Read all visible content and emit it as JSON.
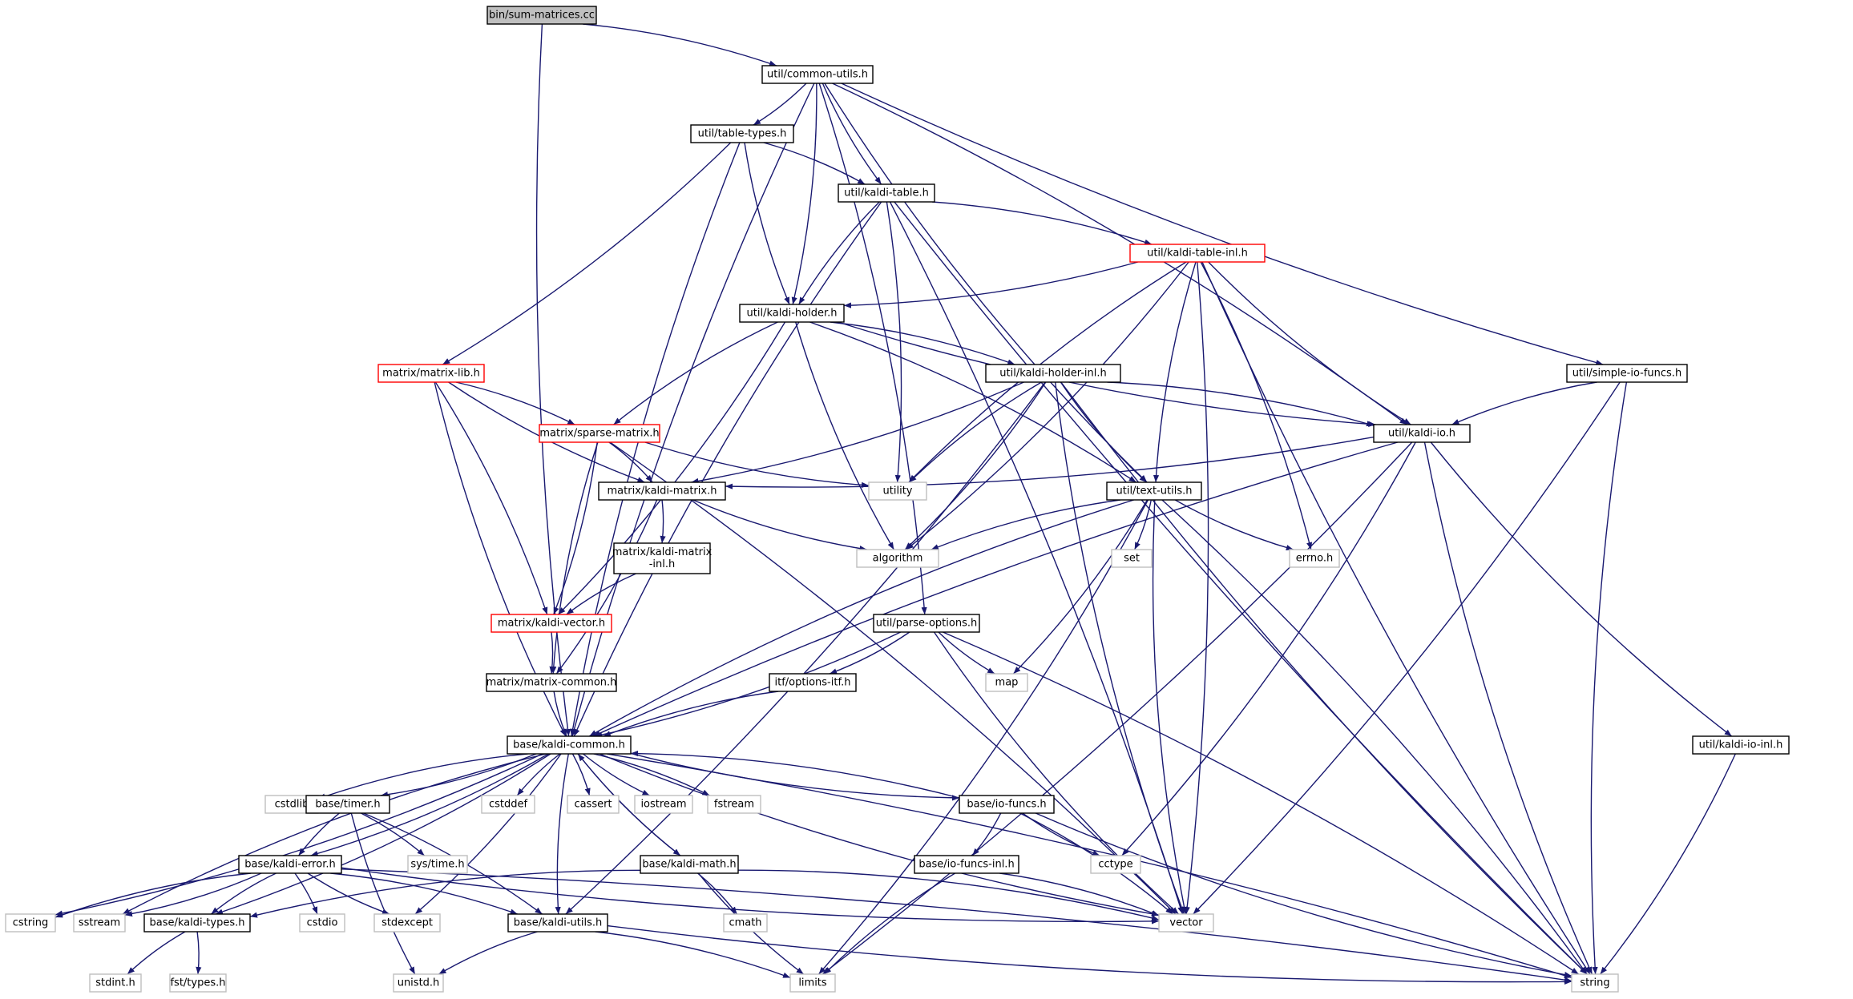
{
  "diagram": {
    "type": "include-dependency-graph",
    "colors": {
      "edge": "#191970",
      "node_border": "#000000",
      "node_border_unexpanded": "#bfbfbf",
      "node_border_truncated": "#ff0000",
      "root_fill": "#bfbfbf",
      "node_fill": "#ffffff",
      "text": "#000000"
    },
    "nodes": [
      {
        "id": "sum",
        "label": "bin/sum-matrices.cc",
        "kind": "root"
      },
      {
        "id": "cu",
        "label": "util/common-utils.h",
        "kind": "normal"
      },
      {
        "id": "tt",
        "label": "util/table-types.h",
        "kind": "normal"
      },
      {
        "id": "kt",
        "label": "util/kaldi-table.h",
        "kind": "normal"
      },
      {
        "id": "kti",
        "label": "util/kaldi-table-inl.h",
        "kind": "truncated"
      },
      {
        "id": "kh",
        "label": "util/kaldi-holder.h",
        "kind": "normal"
      },
      {
        "id": "ml",
        "label": "matrix/matrix-lib.h",
        "kind": "truncated"
      },
      {
        "id": "khi",
        "label": "util/kaldi-holder-inl.h",
        "kind": "normal"
      },
      {
        "id": "sif",
        "label": "util/simple-io-funcs.h",
        "kind": "normal"
      },
      {
        "id": "sm",
        "label": "matrix/sparse-matrix.h",
        "kind": "truncated"
      },
      {
        "id": "kio",
        "label": "util/kaldi-io.h",
        "kind": "normal"
      },
      {
        "id": "km",
        "label": "matrix/kaldi-matrix.h",
        "kind": "normal"
      },
      {
        "id": "util",
        "label": "utility",
        "kind": "system"
      },
      {
        "id": "tu",
        "label": "util/text-utils.h",
        "kind": "normal"
      },
      {
        "id": "kmi",
        "label": "matrix/kaldi-matrix\n-inl.h",
        "kind": "normal"
      },
      {
        "id": "algo",
        "label": "algorithm",
        "kind": "system"
      },
      {
        "id": "set",
        "label": "set",
        "kind": "system"
      },
      {
        "id": "errno",
        "label": "errno.h",
        "kind": "system"
      },
      {
        "id": "kv",
        "label": "matrix/kaldi-vector.h",
        "kind": "truncated"
      },
      {
        "id": "po",
        "label": "util/parse-options.h",
        "kind": "normal"
      },
      {
        "id": "mc",
        "label": "matrix/matrix-common.h",
        "kind": "normal"
      },
      {
        "id": "oi",
        "label": "itf/options-itf.h",
        "kind": "normal"
      },
      {
        "id": "map",
        "label": "map",
        "kind": "system"
      },
      {
        "id": "kioi",
        "label": "util/kaldi-io-inl.h",
        "kind": "normal"
      },
      {
        "id": "kc",
        "label": "base/kaldi-common.h",
        "kind": "normal"
      },
      {
        "id": "cstdlib",
        "label": "cstdlib",
        "kind": "system"
      },
      {
        "id": "timer",
        "label": "base/timer.h",
        "kind": "normal"
      },
      {
        "id": "cstddef",
        "label": "cstddef",
        "kind": "system"
      },
      {
        "id": "cassert",
        "label": "cassert",
        "kind": "system"
      },
      {
        "id": "iostream",
        "label": "iostream",
        "kind": "system"
      },
      {
        "id": "fstream",
        "label": "fstream",
        "kind": "system"
      },
      {
        "id": "iof",
        "label": "base/io-funcs.h",
        "kind": "normal"
      },
      {
        "id": "ke",
        "label": "base/kaldi-error.h",
        "kind": "normal"
      },
      {
        "id": "systime",
        "label": "sys/time.h",
        "kind": "system"
      },
      {
        "id": "iofi",
        "label": "base/io-funcs-inl.h",
        "kind": "normal"
      },
      {
        "id": "cctype",
        "label": "cctype",
        "kind": "system"
      },
      {
        "id": "kmath",
        "label": "base/kaldi-math.h",
        "kind": "normal"
      },
      {
        "id": "cstring",
        "label": "cstring",
        "kind": "system"
      },
      {
        "id": "sstream",
        "label": "sstream",
        "kind": "system"
      },
      {
        "id": "ktypes",
        "label": "base/kaldi-types.h",
        "kind": "normal"
      },
      {
        "id": "cstdio",
        "label": "cstdio",
        "kind": "system"
      },
      {
        "id": "stdexcept",
        "label": "stdexcept",
        "kind": "system"
      },
      {
        "id": "kutils",
        "label": "base/kaldi-utils.h",
        "kind": "normal"
      },
      {
        "id": "cmath",
        "label": "cmath",
        "kind": "system"
      },
      {
        "id": "vector",
        "label": "vector",
        "kind": "system"
      },
      {
        "id": "stdint",
        "label": "stdint.h",
        "kind": "system"
      },
      {
        "id": "fsttypes",
        "label": "fst/types.h",
        "kind": "system"
      },
      {
        "id": "unistd",
        "label": "unistd.h",
        "kind": "system"
      },
      {
        "id": "limits",
        "label": "limits",
        "kind": "system"
      },
      {
        "id": "string",
        "label": "string",
        "kind": "system"
      }
    ],
    "edges": [
      [
        "sum",
        "cu"
      ],
      [
        "sum",
        "kc"
      ],
      [
        "cu",
        "tt"
      ],
      [
        "cu",
        "kt"
      ],
      [
        "cu",
        "kh"
      ],
      [
        "cu",
        "kc"
      ],
      [
        "cu",
        "po"
      ],
      [
        "cu",
        "tu"
      ],
      [
        "cu",
        "kio"
      ],
      [
        "cu",
        "sif"
      ],
      [
        "tt",
        "kt"
      ],
      [
        "tt",
        "kh"
      ],
      [
        "tt",
        "ml"
      ],
      [
        "tt",
        "kc"
      ],
      [
        "kt",
        "kti"
      ],
      [
        "kt",
        "kh"
      ],
      [
        "kt",
        "util"
      ],
      [
        "kt",
        "kc"
      ],
      [
        "kt",
        "vector"
      ],
      [
        "kt",
        "string"
      ],
      [
        "kti",
        "kh"
      ],
      [
        "kti",
        "util"
      ],
      [
        "kti",
        "algo"
      ],
      [
        "kti",
        "tu"
      ],
      [
        "kti",
        "errno"
      ],
      [
        "kti",
        "kio"
      ],
      [
        "kti",
        "vector"
      ],
      [
        "kti",
        "string"
      ],
      [
        "kh",
        "khi"
      ],
      [
        "kh",
        "sm"
      ],
      [
        "kh",
        "kv"
      ],
      [
        "kh",
        "algo"
      ],
      [
        "kh",
        "tu"
      ],
      [
        "kh",
        "kio"
      ],
      [
        "khi",
        "km"
      ],
      [
        "khi",
        "util"
      ],
      [
        "khi",
        "algo"
      ],
      [
        "khi",
        "tu"
      ],
      [
        "khi",
        "kio"
      ],
      [
        "khi",
        "vector"
      ],
      [
        "khi",
        "kutils"
      ],
      [
        "khi",
        "string"
      ],
      [
        "ml",
        "sm"
      ],
      [
        "ml",
        "km"
      ],
      [
        "ml",
        "kv"
      ],
      [
        "ml",
        "kc"
      ],
      [
        "sm",
        "km"
      ],
      [
        "sm",
        "util"
      ],
      [
        "sm",
        "kv"
      ],
      [
        "sm",
        "mc"
      ],
      [
        "sm",
        "vector"
      ],
      [
        "sif",
        "kio"
      ],
      [
        "sif",
        "vector"
      ],
      [
        "sif",
        "string"
      ],
      [
        "kio",
        "km"
      ],
      [
        "kio",
        "kc"
      ],
      [
        "kio",
        "cctype"
      ],
      [
        "kio",
        "kioi"
      ],
      [
        "kio",
        "limits"
      ],
      [
        "kio",
        "string"
      ],
      [
        "km",
        "kmi"
      ],
      [
        "km",
        "algo"
      ],
      [
        "km",
        "mc"
      ],
      [
        "kmi",
        "kv"
      ],
      [
        "kv",
        "mc"
      ],
      [
        "tu",
        "algo"
      ],
      [
        "tu",
        "set"
      ],
      [
        "tu",
        "errno"
      ],
      [
        "tu",
        "map"
      ],
      [
        "tu",
        "kc"
      ],
      [
        "tu",
        "limits"
      ],
      [
        "tu",
        "vector"
      ],
      [
        "tu",
        "string"
      ],
      [
        "mc",
        "kc"
      ],
      [
        "po",
        "oi"
      ],
      [
        "po",
        "map"
      ],
      [
        "po",
        "kc"
      ],
      [
        "po",
        "vector"
      ],
      [
        "po",
        "string"
      ],
      [
        "oi",
        "kc"
      ],
      [
        "kioi",
        "string"
      ],
      [
        "kc",
        "cstdlib"
      ],
      [
        "kc",
        "timer"
      ],
      [
        "kc",
        "cstddef"
      ],
      [
        "kc",
        "cassert"
      ],
      [
        "kc",
        "iostream"
      ],
      [
        "kc",
        "fstream"
      ],
      [
        "kc",
        "iof"
      ],
      [
        "kc",
        "ke"
      ],
      [
        "kc",
        "kmath"
      ],
      [
        "kc",
        "ktypes"
      ],
      [
        "kc",
        "kutils"
      ],
      [
        "kc",
        "cstring"
      ],
      [
        "kc",
        "sstream"
      ],
      [
        "kc",
        "stdexcept"
      ],
      [
        "kc",
        "vector"
      ],
      [
        "kc",
        "string"
      ],
      [
        "timer",
        "ke"
      ],
      [
        "timer",
        "systime"
      ],
      [
        "timer",
        "unistd"
      ],
      [
        "timer",
        "kutils"
      ],
      [
        "iof",
        "kc"
      ],
      [
        "iof",
        "iofi"
      ],
      [
        "iof",
        "cctype"
      ],
      [
        "iof",
        "vector"
      ],
      [
        "iof",
        "string"
      ],
      [
        "iofi",
        "vector"
      ],
      [
        "iofi",
        "limits"
      ],
      [
        "kmath",
        "kc"
      ],
      [
        "kmath",
        "ktypes"
      ],
      [
        "kmath",
        "cmath"
      ],
      [
        "kmath",
        "limits"
      ],
      [
        "kmath",
        "vector"
      ],
      [
        "ke",
        "cstring"
      ],
      [
        "ke",
        "sstream"
      ],
      [
        "ke",
        "ktypes"
      ],
      [
        "ke",
        "cstdio"
      ],
      [
        "ke",
        "stdexcept"
      ],
      [
        "ke",
        "kutils"
      ],
      [
        "ke",
        "vector"
      ],
      [
        "ke",
        "string"
      ],
      [
        "ktypes",
        "stdint"
      ],
      [
        "ktypes",
        "fsttypes"
      ],
      [
        "kutils",
        "unistd"
      ],
      [
        "kutils",
        "limits"
      ],
      [
        "kutils",
        "string"
      ]
    ]
  }
}
